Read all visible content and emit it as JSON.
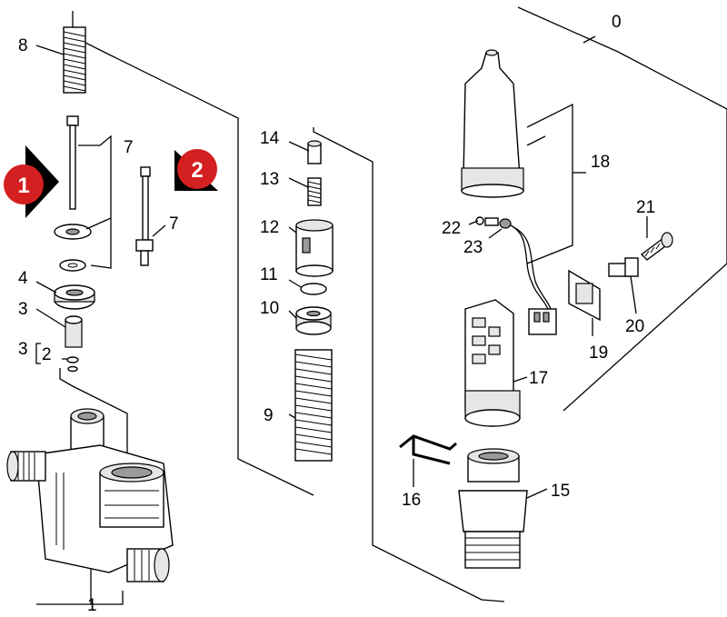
{
  "parts": {
    "p0": "0",
    "p1": "1",
    "p2": "2",
    "p3a": "3",
    "p3b": "3",
    "p4": "4",
    "p7a": "7",
    "p7b": "7",
    "p8": "8",
    "p9": "9",
    "p10": "10",
    "p11": "11",
    "p12": "12",
    "p13": "13",
    "p14": "14",
    "p15": "15",
    "p16": "16",
    "p17": "17",
    "p18": "18",
    "p19": "19",
    "p20": "20",
    "p21": "21",
    "p22": "22",
    "p23": "23"
  },
  "markers": {
    "m1": "1",
    "m2": "2"
  },
  "colors": {
    "marker_fill": "#d42020",
    "marker_arrow": "#000000",
    "line": "#000000",
    "shading": "#e6e6e6"
  }
}
